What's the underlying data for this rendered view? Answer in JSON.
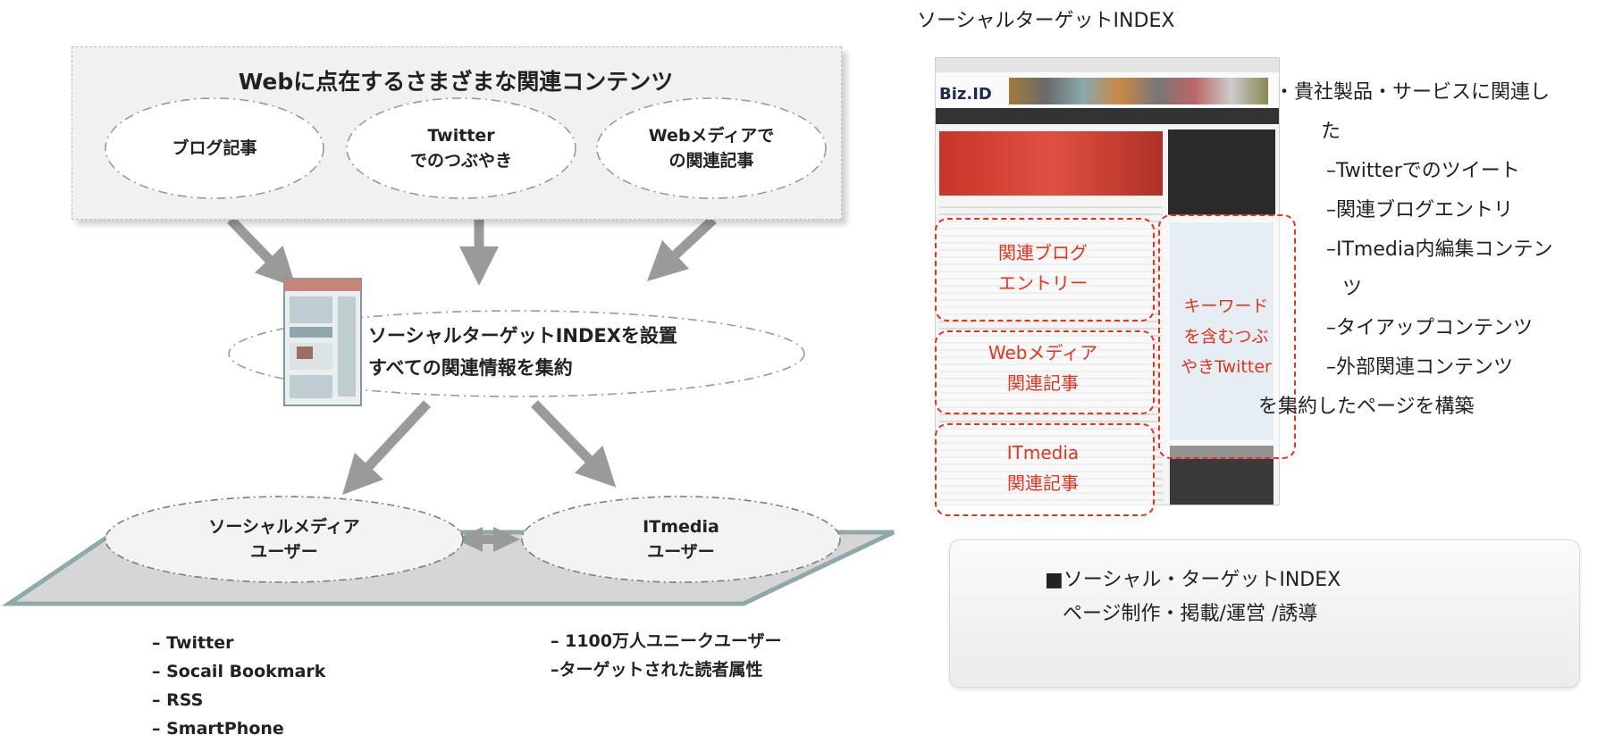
{
  "sources": {
    "title": "Webに点在するさまざまな関連コンテンツ",
    "items": [
      {
        "line1": "ブログ記事",
        "line2": ""
      },
      {
        "line1": "Twitter",
        "line2": "でのつぶやき"
      },
      {
        "line1": "Webメディアで",
        "line2": "の関連記事"
      }
    ]
  },
  "hub": {
    "line1": "ソーシャルターゲットINDEXを設置",
    "line2": "すべての関連情報を集約"
  },
  "audiences": [
    {
      "line1": "ソーシャルメディア",
      "line2": "ユーザー"
    },
    {
      "line1": "ITmedia",
      "line2": "ユーザー"
    }
  ],
  "social_list": [
    "– Twitter",
    "– Socail Bookmark",
    "– RSS",
    "– SmartPhone"
  ],
  "itmedia_list": [
    "– 1100万人ユニークユーザー",
    "–ターゲットされた読者属性"
  ],
  "preview": {
    "title": "ソーシャルターゲットINDEX",
    "logo": "Biz.ID",
    "callouts": {
      "blog": [
        "関連ブログ",
        "エントリー"
      ],
      "web": [
        "Webメディア",
        "関連記事"
      ],
      "itmedia": [
        "ITmedia",
        "関連記事"
      ],
      "twitter": [
        "キーワード",
        "を含むつぶ",
        "やきTwitter"
      ]
    }
  },
  "description": [
    "・貴社製品・サービスに関連し",
    "た",
    "–Twitterでのツイート",
    "–関連ブログエントリ",
    "–ITmedia内編集コンテン",
    "ツ",
    "–タイアップコンテンツ",
    "–外部関連コンテンツ",
    "を集約したページを構築"
  ],
  "note": {
    "line1": "■ソーシャル・ターゲットINDEX",
    "line2": "ページ制作・掲載/運営 /誘導"
  },
  "colors": {
    "arrow": "#9a9a9a",
    "callout": "#e8321d",
    "platform": "#d6d6d6",
    "platform_edge": "#8fa9a9"
  }
}
